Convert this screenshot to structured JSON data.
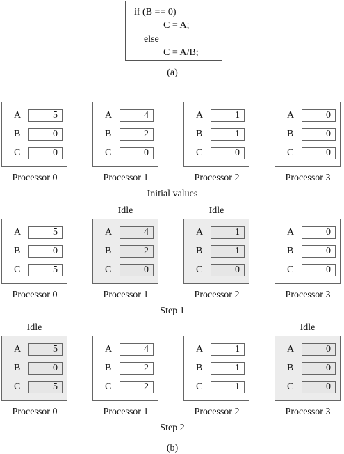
{
  "code": {
    "lines": [
      "if (B == 0)",
      "C = A;",
      "else",
      "C = A/B;"
    ]
  },
  "caption_a": "(a)",
  "caption_b": "(b)",
  "register_names": [
    "A",
    "B",
    "C"
  ],
  "idle_text": "Idle",
  "stages": [
    {
      "label": "Initial values",
      "processors": [
        {
          "name": "Processor 0",
          "idle": false,
          "A": "5",
          "B": "0",
          "C": "0"
        },
        {
          "name": "Processor 1",
          "idle": false,
          "A": "4",
          "B": "2",
          "C": "0"
        },
        {
          "name": "Processor 2",
          "idle": false,
          "A": "1",
          "B": "1",
          "C": "0"
        },
        {
          "name": "Processor 3",
          "idle": false,
          "A": "0",
          "B": "0",
          "C": "0"
        }
      ]
    },
    {
      "label": "Step 1",
      "processors": [
        {
          "name": "Processor 0",
          "idle": false,
          "A": "5",
          "B": "0",
          "C": "5"
        },
        {
          "name": "Processor 1",
          "idle": true,
          "A": "4",
          "B": "2",
          "C": "0"
        },
        {
          "name": "Processor 2",
          "idle": true,
          "A": "1",
          "B": "1",
          "C": "0"
        },
        {
          "name": "Processor 3",
          "idle": false,
          "A": "0",
          "B": "0",
          "C": "0"
        }
      ]
    },
    {
      "label": "Step 2",
      "processors": [
        {
          "name": "Processor 0",
          "idle": true,
          "A": "5",
          "B": "0",
          "C": "5"
        },
        {
          "name": "Processor 1",
          "idle": false,
          "A": "4",
          "B": "2",
          "C": "2"
        },
        {
          "name": "Processor 2",
          "idle": false,
          "A": "1",
          "B": "1",
          "C": "1"
        },
        {
          "name": "Processor 3",
          "idle": true,
          "A": "0",
          "B": "0",
          "C": "0"
        }
      ]
    }
  ]
}
